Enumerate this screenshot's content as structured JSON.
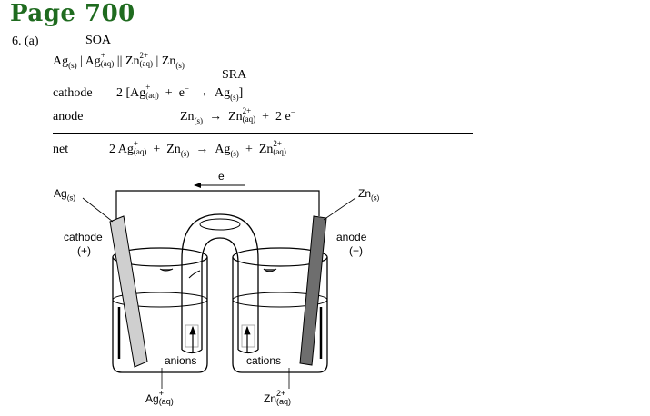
{
  "page_title": "Page 700",
  "question_number": "6. (a)",
  "soa_label": "SOA",
  "sra_label": "SRA",
  "cell_notation": {
    "ag": "Ag",
    "ag_state": "(s)",
    "sep1": " | ",
    "agplus": "Ag",
    "agplus_charge": "+",
    "agplus_state": "(aq)",
    "salt_bridge": " || ",
    "zn2": "Zn",
    "zn2_charge": "2+",
    "zn2_state": "(aq)",
    "sep2": " | ",
    "zn": "Zn",
    "zn_state": "(s)"
  },
  "cathode": {
    "label": "cathode",
    "coef": "2 [Ag",
    "ion_charge": "+",
    "ion_state": "(aq)",
    "plus": "+",
    "electron": "e",
    "electron_charge": "−",
    "arrow": "→",
    "product": "Ag",
    "product_state": "(s)",
    "close": "]"
  },
  "anode": {
    "label": "anode",
    "reactant": "Zn",
    "reactant_state": "(s)",
    "arrow": "→",
    "product": "Zn",
    "product_charge": "2+",
    "product_state": "(aq)",
    "plus": "+",
    "electrons": "2 e",
    "electrons_charge": "−"
  },
  "net": {
    "label": "net",
    "r1": "2 Ag",
    "r1_charge": "+",
    "r1_state": "(aq)",
    "plus1": "+",
    "r2": "Zn",
    "r2_state": "(s)",
    "arrow": "→",
    "p1": "Ag",
    "p1_state": "(s)",
    "plus2": "+",
    "p2": "Zn",
    "p2_charge": "2+",
    "p2_state": "(aq)"
  },
  "diagram": {
    "electron_label": "e",
    "electron_charge": "−",
    "ag_electrode": "Ag",
    "ag_electrode_state": "(s)",
    "zn_electrode": "Zn",
    "zn_electrode_state": "(s)",
    "cathode_label": "cathode",
    "cathode_sign": "(+)",
    "anode_label": "anode",
    "anode_sign": "(−)",
    "anions_label": "anions",
    "cations_label": "cations",
    "ag_ion": "Ag",
    "ag_ion_charge": "+",
    "ag_ion_state": "(aq)",
    "zn_ion": "Zn",
    "zn_ion_charge": "2+",
    "zn_ion_state": "(aq)"
  },
  "colors": {
    "title": "#1f6b1f",
    "silver_electrode": "#cfcfcf",
    "zinc_electrode": "#6e6e6e"
  }
}
